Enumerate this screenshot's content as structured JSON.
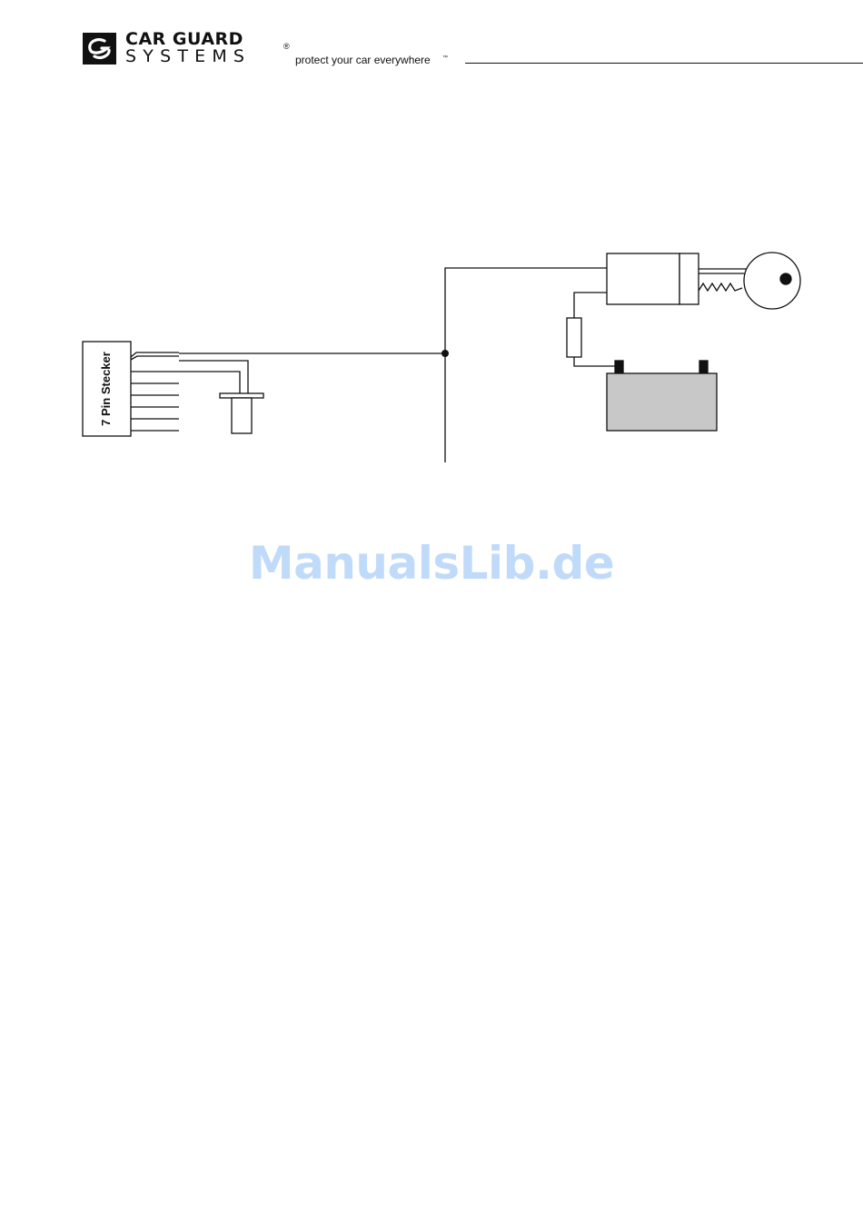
{
  "header": {
    "brand_line1": "CAR GUARD",
    "brand_line2": "SYSTEMS",
    "registered_mark": "®",
    "tagline": "protect your car everywhere",
    "trademark_mark": "™"
  },
  "diagram": {
    "connector_label": "7 Pin Stecker"
  },
  "watermark": {
    "text": "ManualsLib.de"
  },
  "colors": {
    "line": "#111111",
    "battery_fill": "#c8c8c8",
    "watermark": "#3e8ef0"
  }
}
